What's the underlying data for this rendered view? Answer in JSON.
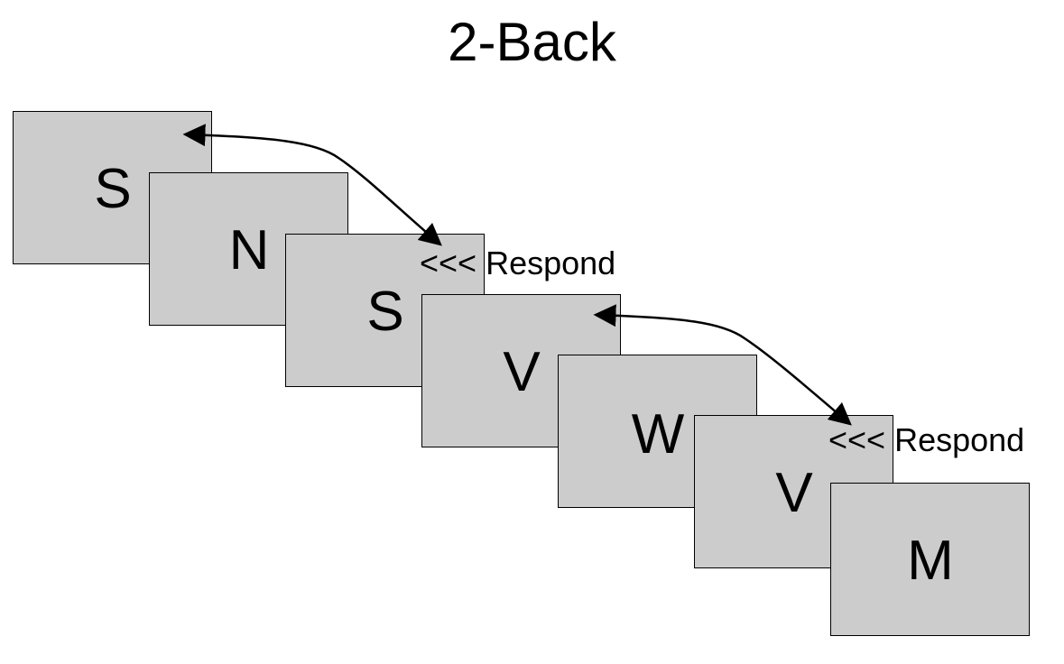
{
  "title": "2-Back",
  "cards": [
    {
      "letter": "S"
    },
    {
      "letter": "N"
    },
    {
      "letter": "S"
    },
    {
      "letter": "V"
    },
    {
      "letter": "W"
    },
    {
      "letter": "V"
    },
    {
      "letter": "M"
    }
  ],
  "responses": [
    {
      "label": "<<< Respond"
    },
    {
      "label": "<<< Respond"
    }
  ],
  "colors": {
    "card_fill": "#cccccc",
    "card_border": "#000000",
    "text": "#000000"
  }
}
